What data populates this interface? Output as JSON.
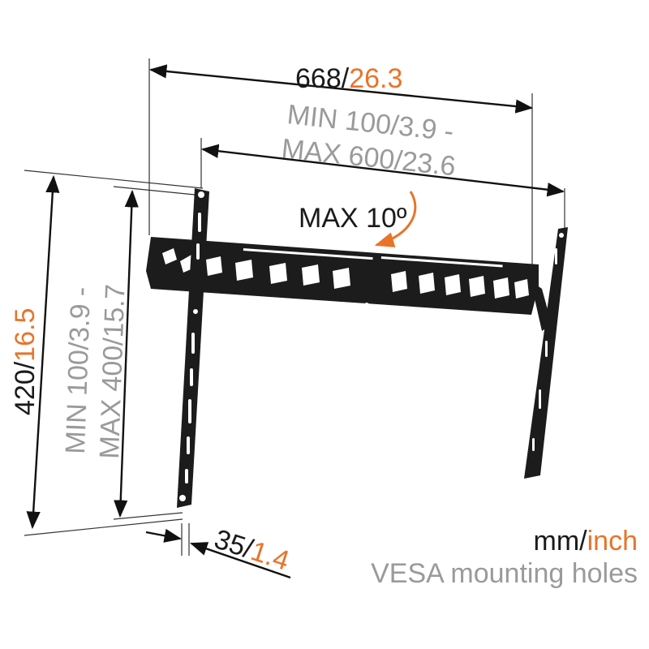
{
  "dimensions": {
    "width": {
      "mm": "668",
      "sep": "/",
      "inch": "26.3"
    },
    "vesa_h": {
      "line1_min": "MIN 100/",
      "line1_min_in": "3.9 -",
      "line2_max": "MAX 600/",
      "line2_max_in": "23.6"
    },
    "height": {
      "mm": "420/",
      "inch": "16.5"
    },
    "vesa_v": {
      "line1": "MIN 100/3.9 -",
      "line2": "MAX 400/15.7"
    },
    "depth": {
      "mm": "35/",
      "inch": "1.4"
    },
    "tilt": {
      "label": "MAX 10º"
    }
  },
  "legend": {
    "units_mm": "mm/",
    "units_inch": "inch",
    "caption": "VESA mounting holes"
  },
  "colors": {
    "accent": "#e8742a",
    "dark": "#1a1a1a",
    "grey": "#9a9a9a",
    "metal": "#1c1c1c"
  }
}
